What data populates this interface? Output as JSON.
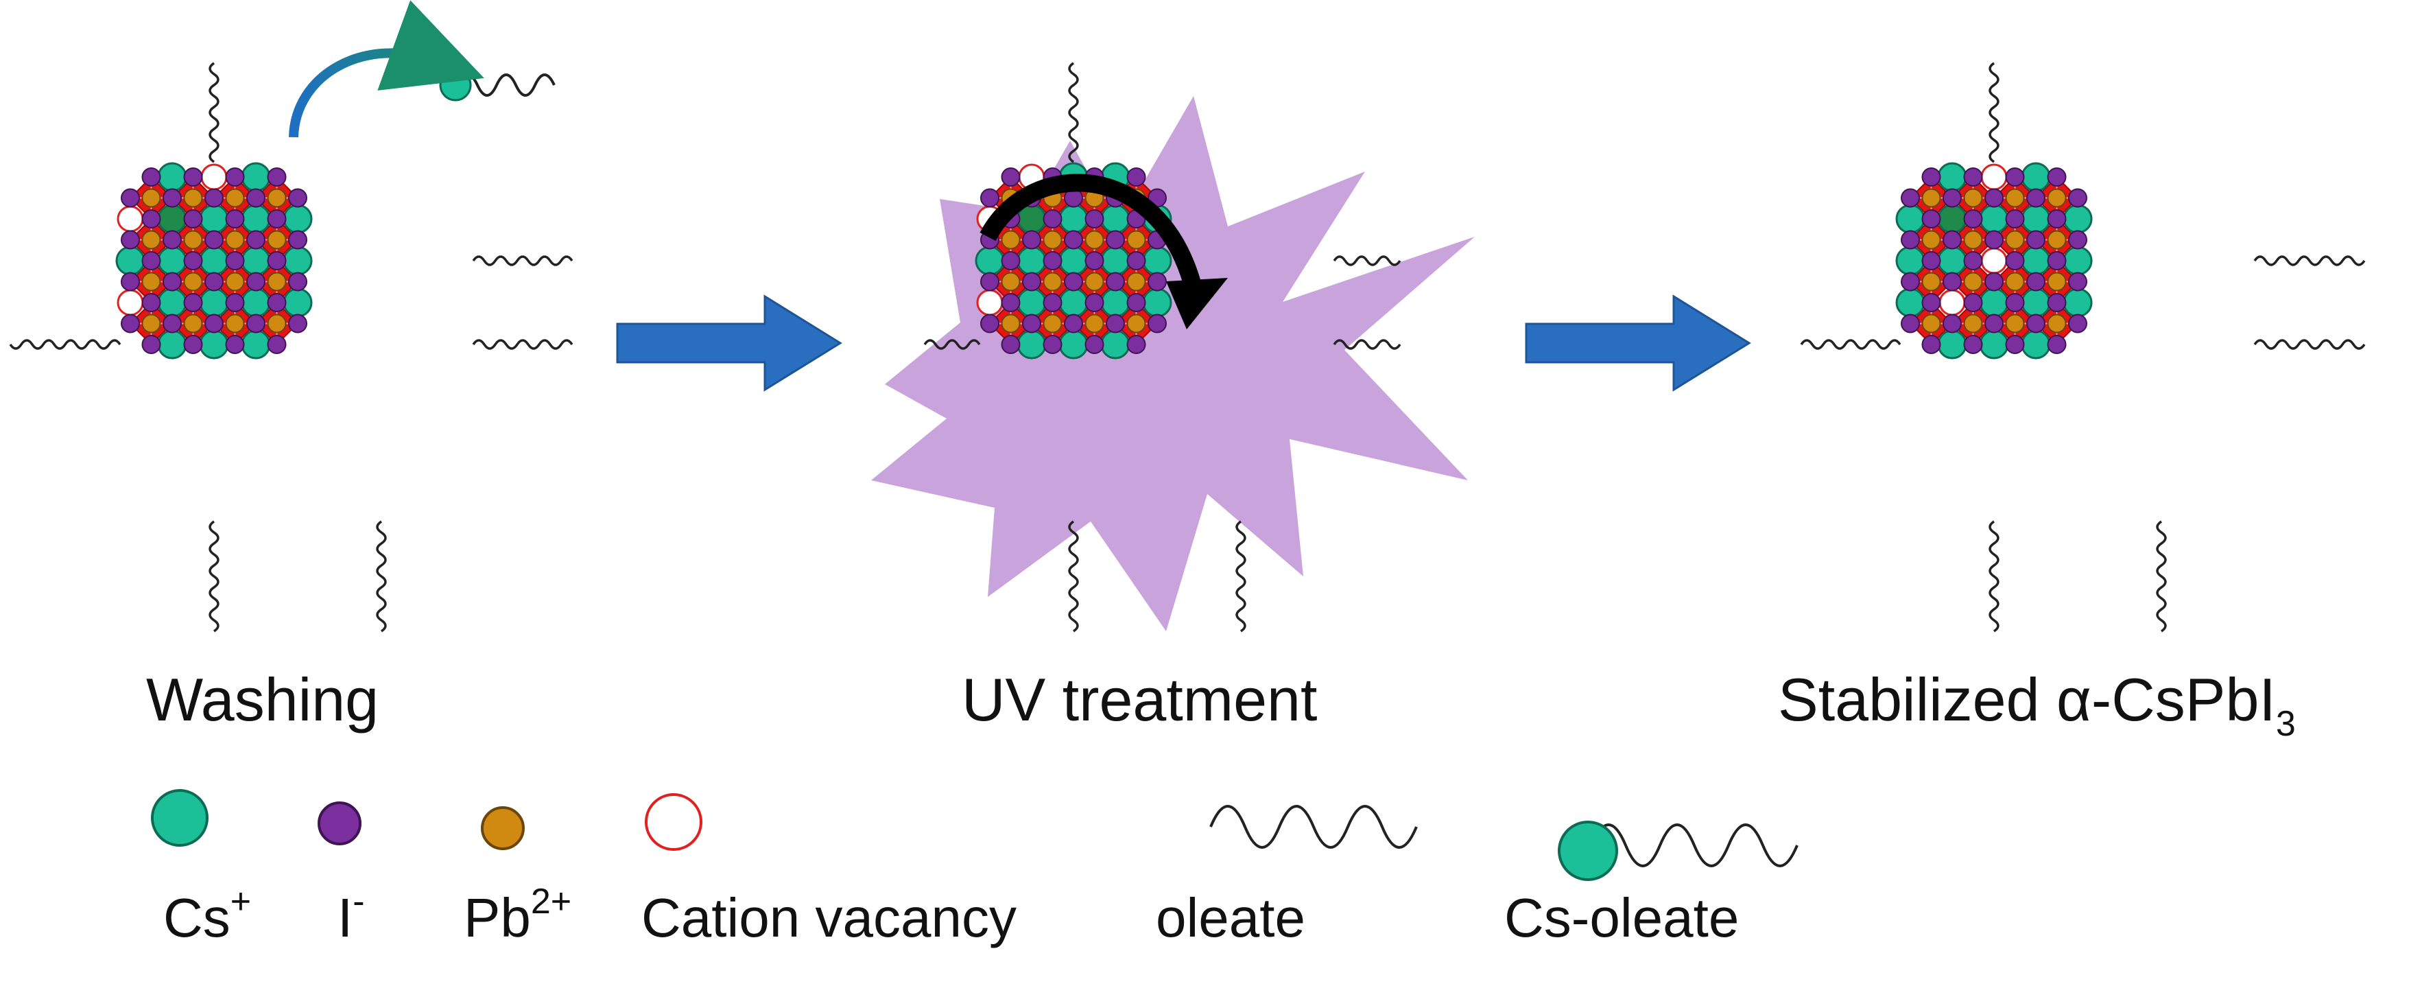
{
  "stages": [
    {
      "label": "Washing"
    },
    {
      "label": "UV treatment"
    },
    {
      "label": "Stabilized α-CsPbI",
      "subscript": "3"
    }
  ],
  "legend": [
    {
      "icon": "cs-cation",
      "label": "Cs",
      "superscript": "+"
    },
    {
      "icon": "iodide",
      "label": "I",
      "superscript": "-"
    },
    {
      "icon": "lead-cation",
      "label": "Pb",
      "superscript": "2+"
    },
    {
      "icon": "cation-vacancy",
      "label": "Cation vacancy"
    },
    {
      "icon": "oleate",
      "label": "oleate"
    },
    {
      "icon": "cs-oleate",
      "label": "Cs-oleate"
    }
  ],
  "colors": {
    "octahedron": "#e41515",
    "octahedron_dark": "#b00000",
    "cs": "#1bbf98",
    "cs_outline": "#0b6b55",
    "cs_inner": "#1f8a4a",
    "iodide": "#7b2f9e",
    "lead": "#d08a12",
    "vacancy": "#e22020",
    "process_arrow": "#2a6fbf",
    "uv_burst": "#c9a3dc",
    "curved_arrow_blue": "#1f6fc2",
    "curved_arrow_black": "#000000"
  }
}
